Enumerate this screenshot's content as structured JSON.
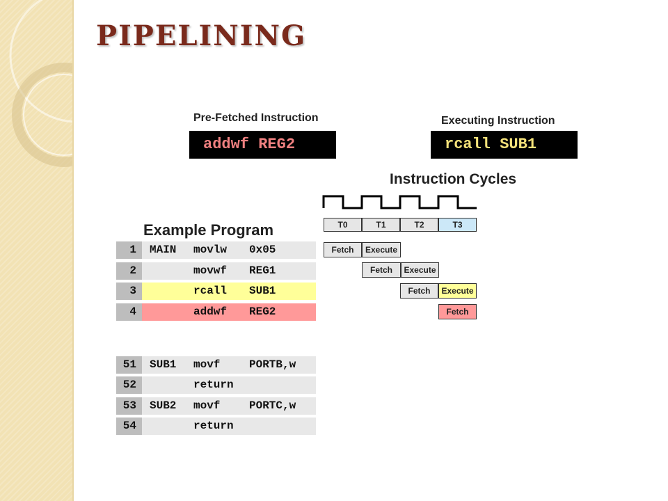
{
  "title": "PIPELINING",
  "prefetched": {
    "caption": "Pre-Fetched Instruction",
    "code": "addwf REG2"
  },
  "executing": {
    "caption": "Executing Instruction",
    "code": "rcall SUB1"
  },
  "cycles": {
    "title": "Instruction Cycles",
    "labels": [
      "T0",
      "T1",
      "T2",
      "T3"
    ],
    "rows": [
      {
        "fetch": "Fetch",
        "execute": "Execute"
      },
      {
        "fetch": "Fetch",
        "execute": "Execute"
      },
      {
        "fetch": "Fetch",
        "execute": "Execute"
      },
      {
        "fetch": "Fetch"
      }
    ]
  },
  "program": {
    "title": "Example Program",
    "lines": [
      {
        "num": "1",
        "label": "MAIN",
        "op": "movlw",
        "arg": "0x05"
      },
      {
        "num": "2",
        "label": "",
        "op": "movwf",
        "arg": "REG1"
      },
      {
        "num": "3",
        "label": "",
        "op": "rcall",
        "arg": "SUB1"
      },
      {
        "num": "4",
        "label": "",
        "op": "addwf",
        "arg": "REG2"
      }
    ],
    "subroutines": [
      {
        "num": "51",
        "label": "SUB1",
        "op": "movf",
        "arg": "PORTB,w"
      },
      {
        "num": "52",
        "label": "",
        "op": "return",
        "arg": ""
      },
      {
        "num": "53",
        "label": "SUB2",
        "op": "movf",
        "arg": "PORTC,w"
      },
      {
        "num": "54",
        "label": "",
        "op": "return",
        "arg": ""
      }
    ]
  },
  "colors": {
    "title": "#7a2a1c",
    "side_band": "#f2e2b4",
    "prefetch_text": "#f08080",
    "execute_text": "#f5e27a",
    "highlight_execute": "#ffff99",
    "highlight_fetch": "#ff9999",
    "current_cycle": "#cce8f8"
  }
}
